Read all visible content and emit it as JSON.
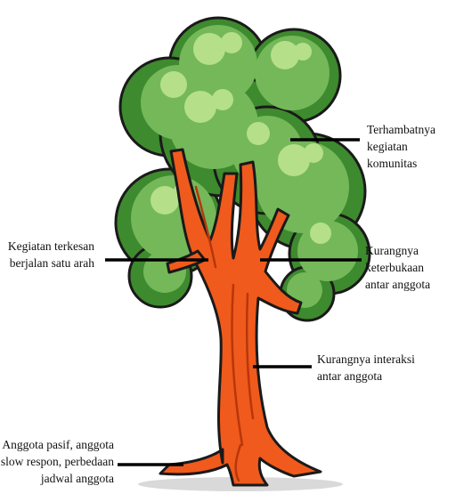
{
  "labels": {
    "top_right": "Terhambatnya kegiatan\nkomunitas",
    "mid_left": "Kegiatan terkesan\nberjalan satu arah",
    "mid_right": "Kurangnya keterbukaan\nantar anggota",
    "trunk_right": "Kurangnya interaksi\nantar anggota",
    "roots_left": "Anggota pasif, anggota\nslow respon, perbedaan\njadwal anggota"
  },
  "colors": {
    "foliage_dark": "#3e8a2e",
    "foliage_mid": "#74b85a",
    "foliage_light": "#b6df8a",
    "trunk": "#f05a1c",
    "trunk_shadow": "#b8360c",
    "outline": "#1a1a1a",
    "pointer_line": "#000000"
  }
}
